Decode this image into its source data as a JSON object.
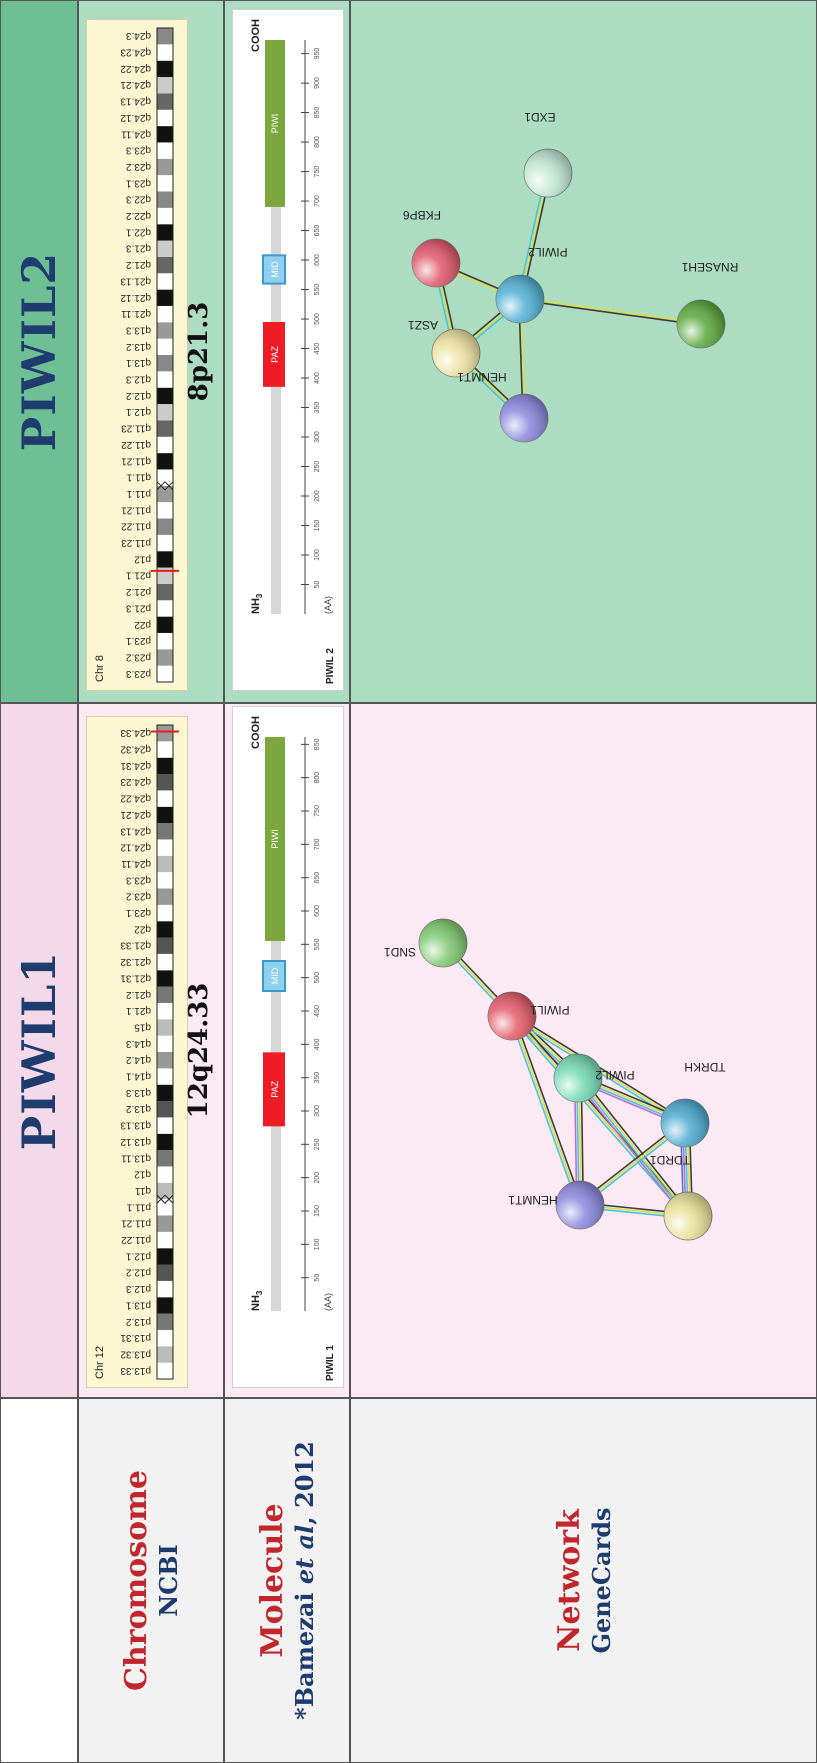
{
  "columns": {
    "piwil1": {
      "title": "PIWIL1"
    },
    "piwil2": {
      "title": "PIWIL2"
    }
  },
  "rows": {
    "chromosome": {
      "title": "Chromosome",
      "source": "NCBI"
    },
    "molecule": {
      "prefix": "*Bamezai ",
      "author_italic": "et al",
      "suffix": ", 2012",
      "title": "Molecule"
    },
    "network": {
      "title": "Network",
      "source": "GeneCards"
    }
  },
  "colors": {
    "header_piwil1": "#f4d9ea",
    "header_piwil2": "#6fbf95",
    "body_piwil1": "#fbeaf3",
    "body_piwil2": "#acdcc1",
    "label_column": "#f2f2f2",
    "paz": "#ee1c24",
    "mid": "#8fd0ee",
    "piwi": "#7aa83c",
    "backbone": "#d7d7d7",
    "label_red": "#c0262c",
    "label_blue": "#1f3c6e"
  },
  "piwil1": {
    "chrom": {
      "label": "Chr 12",
      "locus": "12q24.33",
      "bands": [
        "p13.33",
        "p13.32",
        "p13.31",
        "p13.2",
        "p13.1",
        "p12.3",
        "p12.2",
        "p12.1",
        "p11.22",
        "p11.21",
        "p11.1",
        "q11",
        "q12",
        "q13.11",
        "q13.12",
        "q13.13",
        "q13.2",
        "q13.3",
        "q14.1",
        "q14.2",
        "q14.3",
        "q15",
        "q21.1",
        "q21.2",
        "q21.31",
        "q21.32",
        "q21.33",
        "q22",
        "q23.1",
        "q23.2",
        "q23.3",
        "q24.11",
        "q24.12",
        "q24.13",
        "q24.21",
        "q24.22",
        "q24.23",
        "q24.31",
        "q24.32",
        "q24.33"
      ],
      "marker_fraction": 0.99
    },
    "molecule": {
      "name": "PIWIL 1",
      "nterm": "NH",
      "nterm_sub": "3",
      "cterm": "COOH",
      "axis_unit": "(AA)",
      "length": 861,
      "domains": [
        {
          "name": "PAZ",
          "start": 277,
          "end": 388,
          "color": "#ee1c24"
        },
        {
          "name": "MID",
          "start": 480,
          "end": 525,
          "color": "#8fd0ee"
        },
        {
          "name": "PIWI",
          "start": 555,
          "end": 861,
          "color": "#7aa83c"
        }
      ],
      "ticks": [
        "50",
        "100",
        "150",
        "200",
        "250",
        "300",
        "350",
        "400",
        "450",
        "500",
        "550",
        "600",
        "650",
        "700",
        "750",
        "800",
        "850"
      ]
    },
    "network": {
      "nodes": [
        {
          "id": "SND1",
          "color": "#7ec86f"
        },
        {
          "id": "PIWIL1",
          "color": "#e35a68"
        },
        {
          "id": "PIWIL2",
          "color": "#74d9b4"
        },
        {
          "id": "TDRKH",
          "color": "#4aa9cf"
        },
        {
          "id": "HENMT1",
          "color": "#8a86dd"
        },
        {
          "id": "TDRD1",
          "color": "#e8e096"
        }
      ]
    }
  },
  "piwil2": {
    "chrom": {
      "label": "Chr 8",
      "locus": "8p21.3",
      "bands": [
        "p23.3",
        "p23.2",
        "p23.1",
        "p22",
        "p21.3",
        "p21.2",
        "p21.1",
        "p12",
        "p11.23",
        "p11.22",
        "p11.21",
        "p11.1",
        "q11.1",
        "q11.21",
        "q11.22",
        "q11.23",
        "q12.1",
        "q12.2",
        "q12.3",
        "q13.1",
        "q13.2",
        "q13.3",
        "q21.11",
        "q21.12",
        "q21.13",
        "q21.2",
        "q21.3",
        "q22.1",
        "q22.2",
        "q22.3",
        "q23.1",
        "q23.2",
        "q23.3",
        "q24.11",
        "q24.12",
        "q24.13",
        "q24.21",
        "q24.22",
        "q24.23",
        "q24.3"
      ],
      "marker_fraction": 0.17
    },
    "molecule": {
      "name": "PIWIL 2",
      "nterm": "NH",
      "nterm_sub": "3",
      "cterm": "COOH",
      "axis_unit": "(AA)",
      "length": 973,
      "domains": [
        {
          "name": "PAZ",
          "start": 385,
          "end": 495,
          "color": "#ee1c24"
        },
        {
          "name": "MID",
          "start": 560,
          "end": 608,
          "color": "#8fd0ee"
        },
        {
          "name": "PIWI",
          "start": 690,
          "end": 973,
          "color": "#7aa83c"
        }
      ],
      "ticks": [
        "50",
        "100",
        "150",
        "200",
        "250",
        "300",
        "350",
        "400",
        "450",
        "500",
        "550",
        "600",
        "650",
        "700",
        "750",
        "800",
        "850",
        "900",
        "950"
      ]
    },
    "network": {
      "nodes": [
        {
          "id": "FKBP6",
          "color": "#e0566a"
        },
        {
          "id": "EXD1",
          "color": "#bfe6d3"
        },
        {
          "id": "ASZ1",
          "color": "#ece1a0"
        },
        {
          "id": "PIWIL2",
          "color": "#4fb0d4"
        },
        {
          "id": "HENMT1",
          "color": "#8a86dd"
        },
        {
          "id": "RNASEH1",
          "color": "#5aa83c"
        }
      ]
    }
  }
}
